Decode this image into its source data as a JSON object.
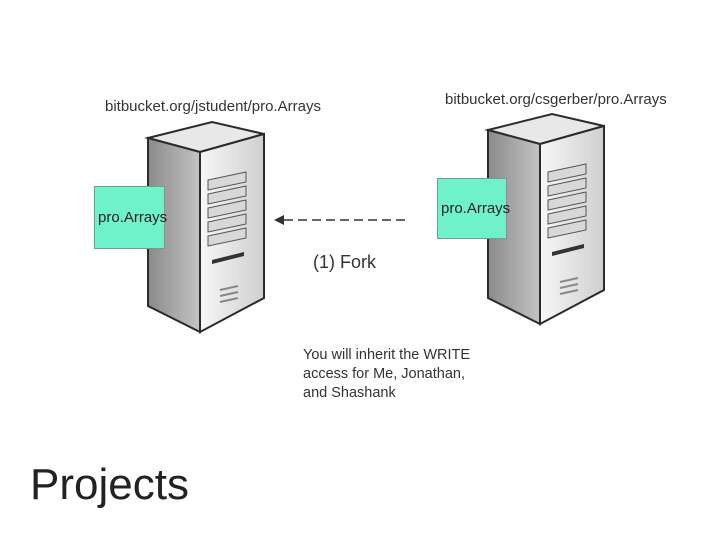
{
  "left_server": {
    "url": "bitbucket.org/jstudent/pro.Arrays",
    "repo_label": "pro.Arrays"
  },
  "right_server": {
    "url": "bitbucket.org/csgerber/pro.Arrays",
    "repo_label": "pro.Arrays"
  },
  "fork": {
    "label": "(1) Fork"
  },
  "note": {
    "line1": "You will inherit the WRITE",
    "line2": "access for Me, Jonathan,",
    "line3": "and Shashank"
  },
  "slide_title": "Projects",
  "colors": {
    "repo_box": "#6ff2c9",
    "server_light": "#f2f2f2",
    "server_dark": "#9a9a9a"
  }
}
